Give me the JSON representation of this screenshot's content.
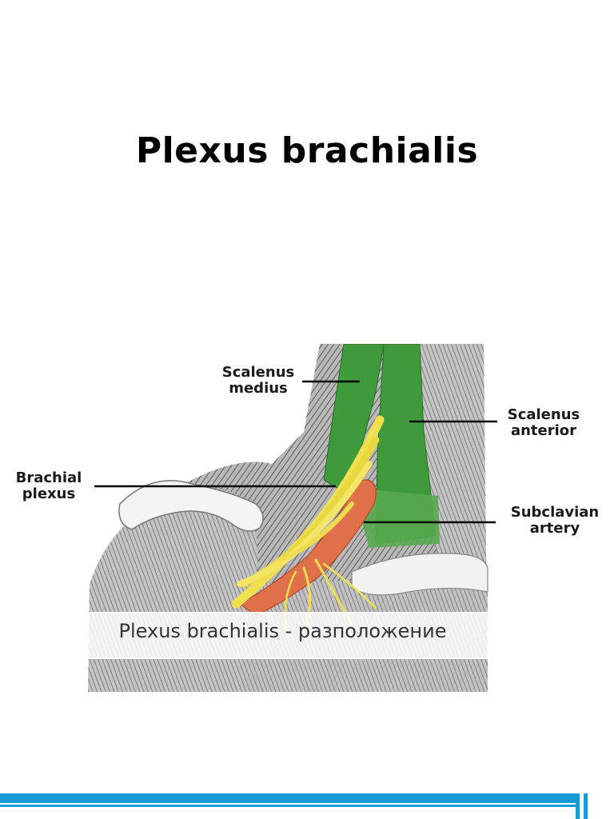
{
  "slide": {
    "title": "Plexus brachialis"
  },
  "figure": {
    "labels": {
      "scalenus_medius_line1": "Scalenus",
      "scalenus_medius_line2": "medius",
      "scalenus_anterior_line1": "Scalenus",
      "scalenus_anterior_line2": "anterior",
      "brachial_plexus_line1": "Brachial",
      "brachial_plexus_line2": "plexus",
      "subclavian_artery_line1": "Subclavian",
      "subclavian_artery_line2": "artery"
    },
    "caption": "Plexus brachialis - разположение",
    "colors": {
      "muscle": "#3e9a3a",
      "nerve": "#f0e050",
      "artery": "#e0704a",
      "tissue": "#9a9a9a"
    }
  },
  "footer": {
    "accent_color": "#1a9bd7"
  }
}
